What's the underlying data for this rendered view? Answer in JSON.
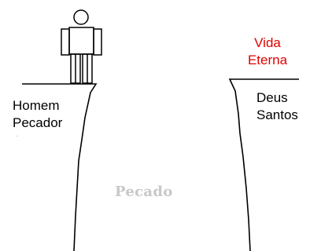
{
  "left_cliff": {
    "line1": "Homem",
    "line2": "Pecador"
  },
  "right_cliff": {
    "top_line1": "Vida",
    "top_line2": "Eterna",
    "bottom_line1": "Deus",
    "bottom_line2": "Santos"
  },
  "gap": {
    "label": "Pecado"
  },
  "colors": {
    "line": "#000000",
    "highlight": "#e00000",
    "gap_text": "#c8c8c8",
    "text": "#000000"
  },
  "icons": {
    "person": "stick-figure-icon"
  }
}
